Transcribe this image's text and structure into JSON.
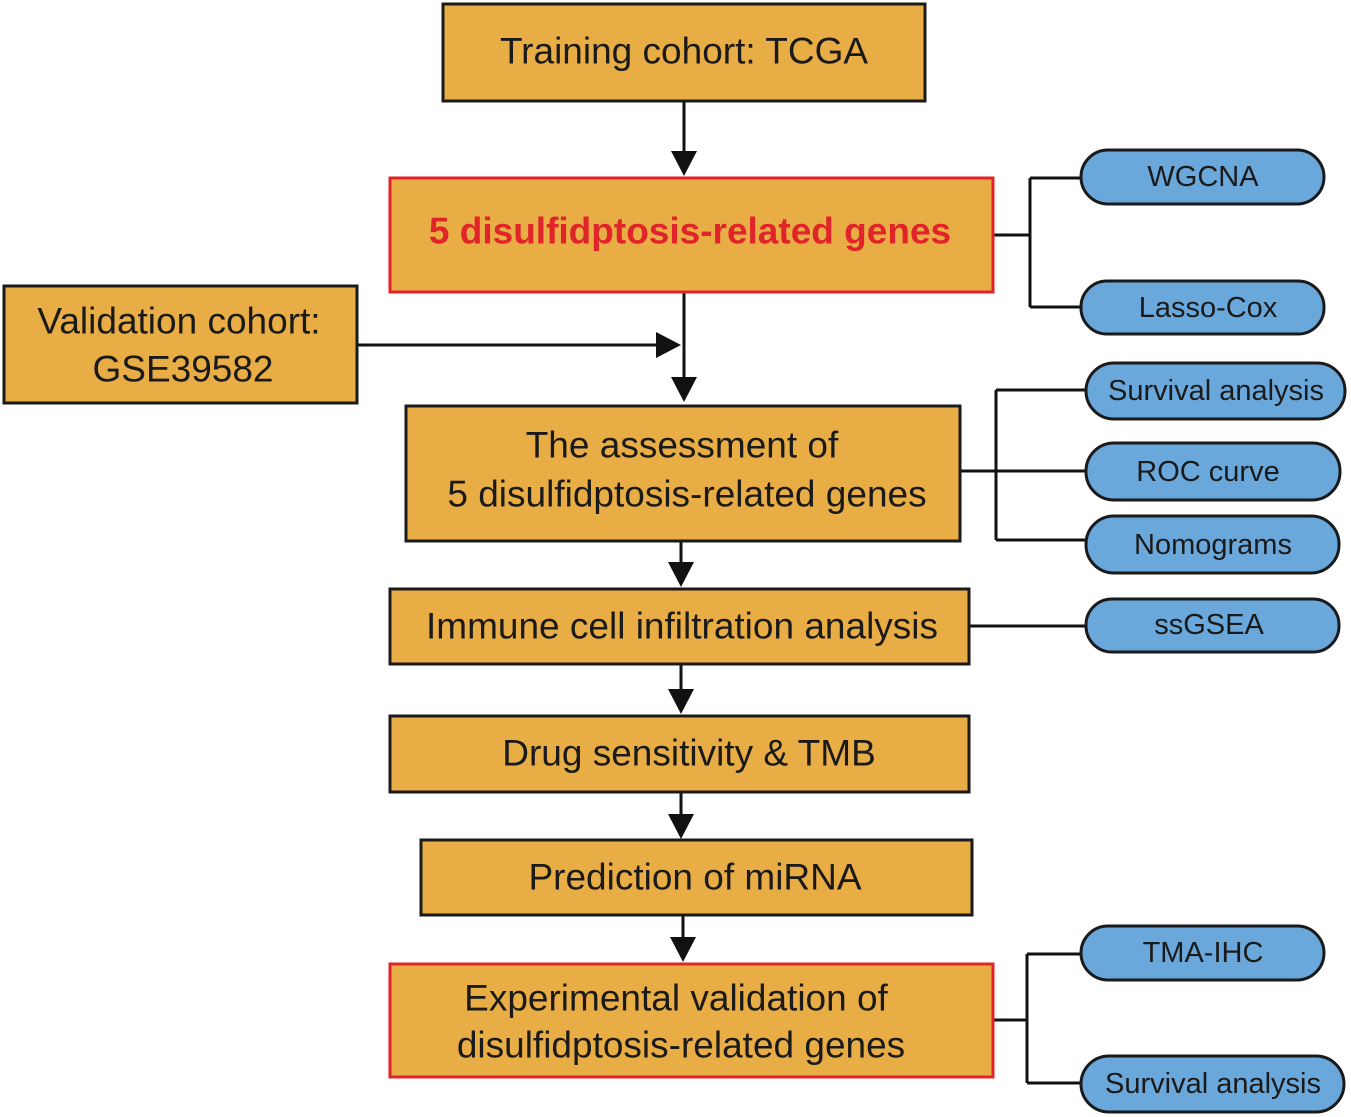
{
  "boxes": {
    "training": "Training cohort: TCGA",
    "genes": "5 disulfidptosis-related genes",
    "validation_line1": "Validation cohort:",
    "validation_line2": "GSE39582",
    "assessment_line1": "The assessment of",
    "assessment_line2": "5 disulfidptosis-related genes",
    "immune": "Immune cell infiltration analysis",
    "drug": "Drug sensitivity & TMB",
    "mirna": "Prediction of miRNA",
    "experimental_line1": "Experimental validation of",
    "experimental_line2": "disulfidptosis-related genes"
  },
  "methods": {
    "wgcna": "WGCNA",
    "lasso": "Lasso-Cox",
    "survival1": "Survival analysis",
    "roc": "ROC curve",
    "nomograms": "Nomograms",
    "ssgsea": "ssGSEA",
    "tma": "TMA-IHC",
    "survival2": "Survival analysis"
  },
  "colors": {
    "box_fill": "#e8ad45",
    "pill_fill": "#6aa8dc",
    "highlight": "#e0242a"
  }
}
